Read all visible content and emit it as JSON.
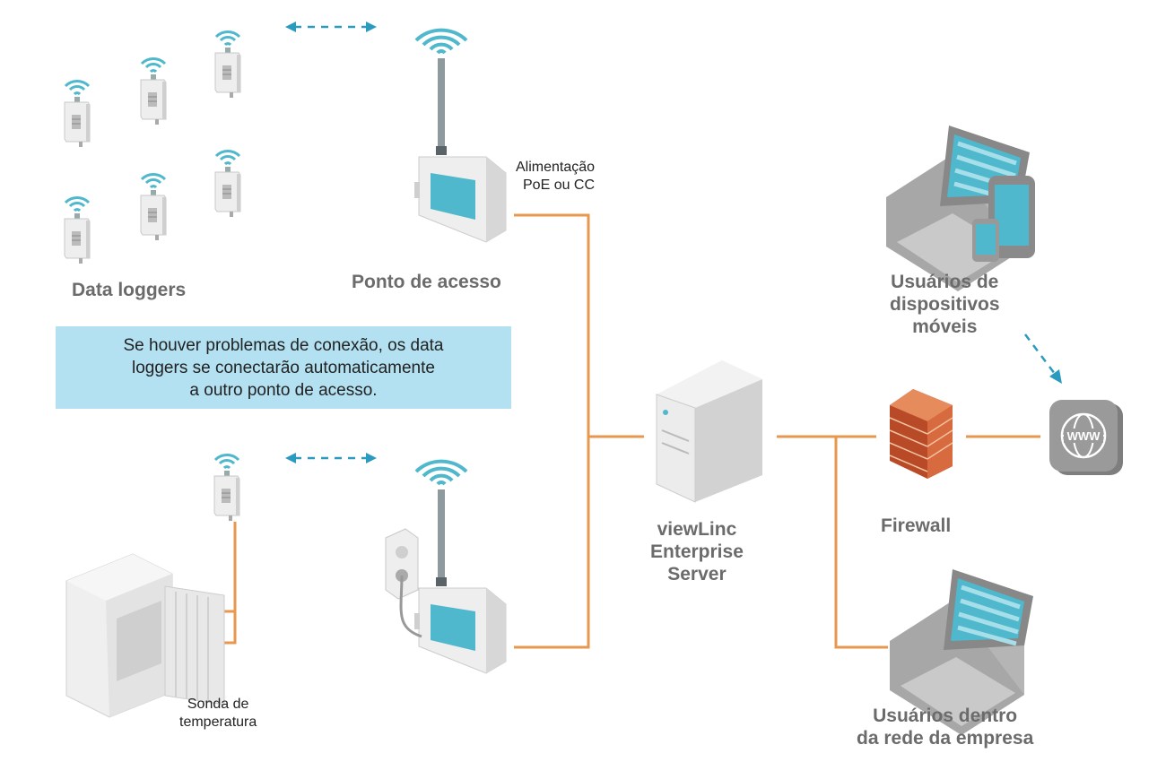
{
  "labels": {
    "data_loggers": "Data loggers",
    "access_point": "Ponto de acesso",
    "power": [
      "Alimentação",
      "PoE ou CC"
    ],
    "note": [
      "Se houver problemas de conexão, os data",
      "loggers se conectarão automaticamente",
      "a outro ponto de acesso."
    ],
    "server": [
      "viewLinc",
      "Enterprise",
      "Server"
    ],
    "firewall": "Firewall",
    "mobile_users": [
      "Usuários de",
      "dispositivos",
      "móveis"
    ],
    "internal_users": [
      "Usuários dentro",
      "da rede da empresa"
    ],
    "probe": [
      "Sonda de",
      "temperatura"
    ],
    "www": "WWW"
  },
  "colors": {
    "wire": "#e8974f",
    "signal": "#4fb8cc",
    "arrow": "#2a9bbf",
    "note_bg": "#b3e1f2",
    "device": "#eeeeee",
    "screen": "#4fb8cc",
    "label": "#6b6b6b"
  },
  "icons": [
    "data-logger-icon",
    "access-point-icon",
    "server-icon",
    "firewall-icon",
    "globe-icon",
    "laptop-icon",
    "phone-icon",
    "fridge-icon",
    "power-socket-icon"
  ]
}
